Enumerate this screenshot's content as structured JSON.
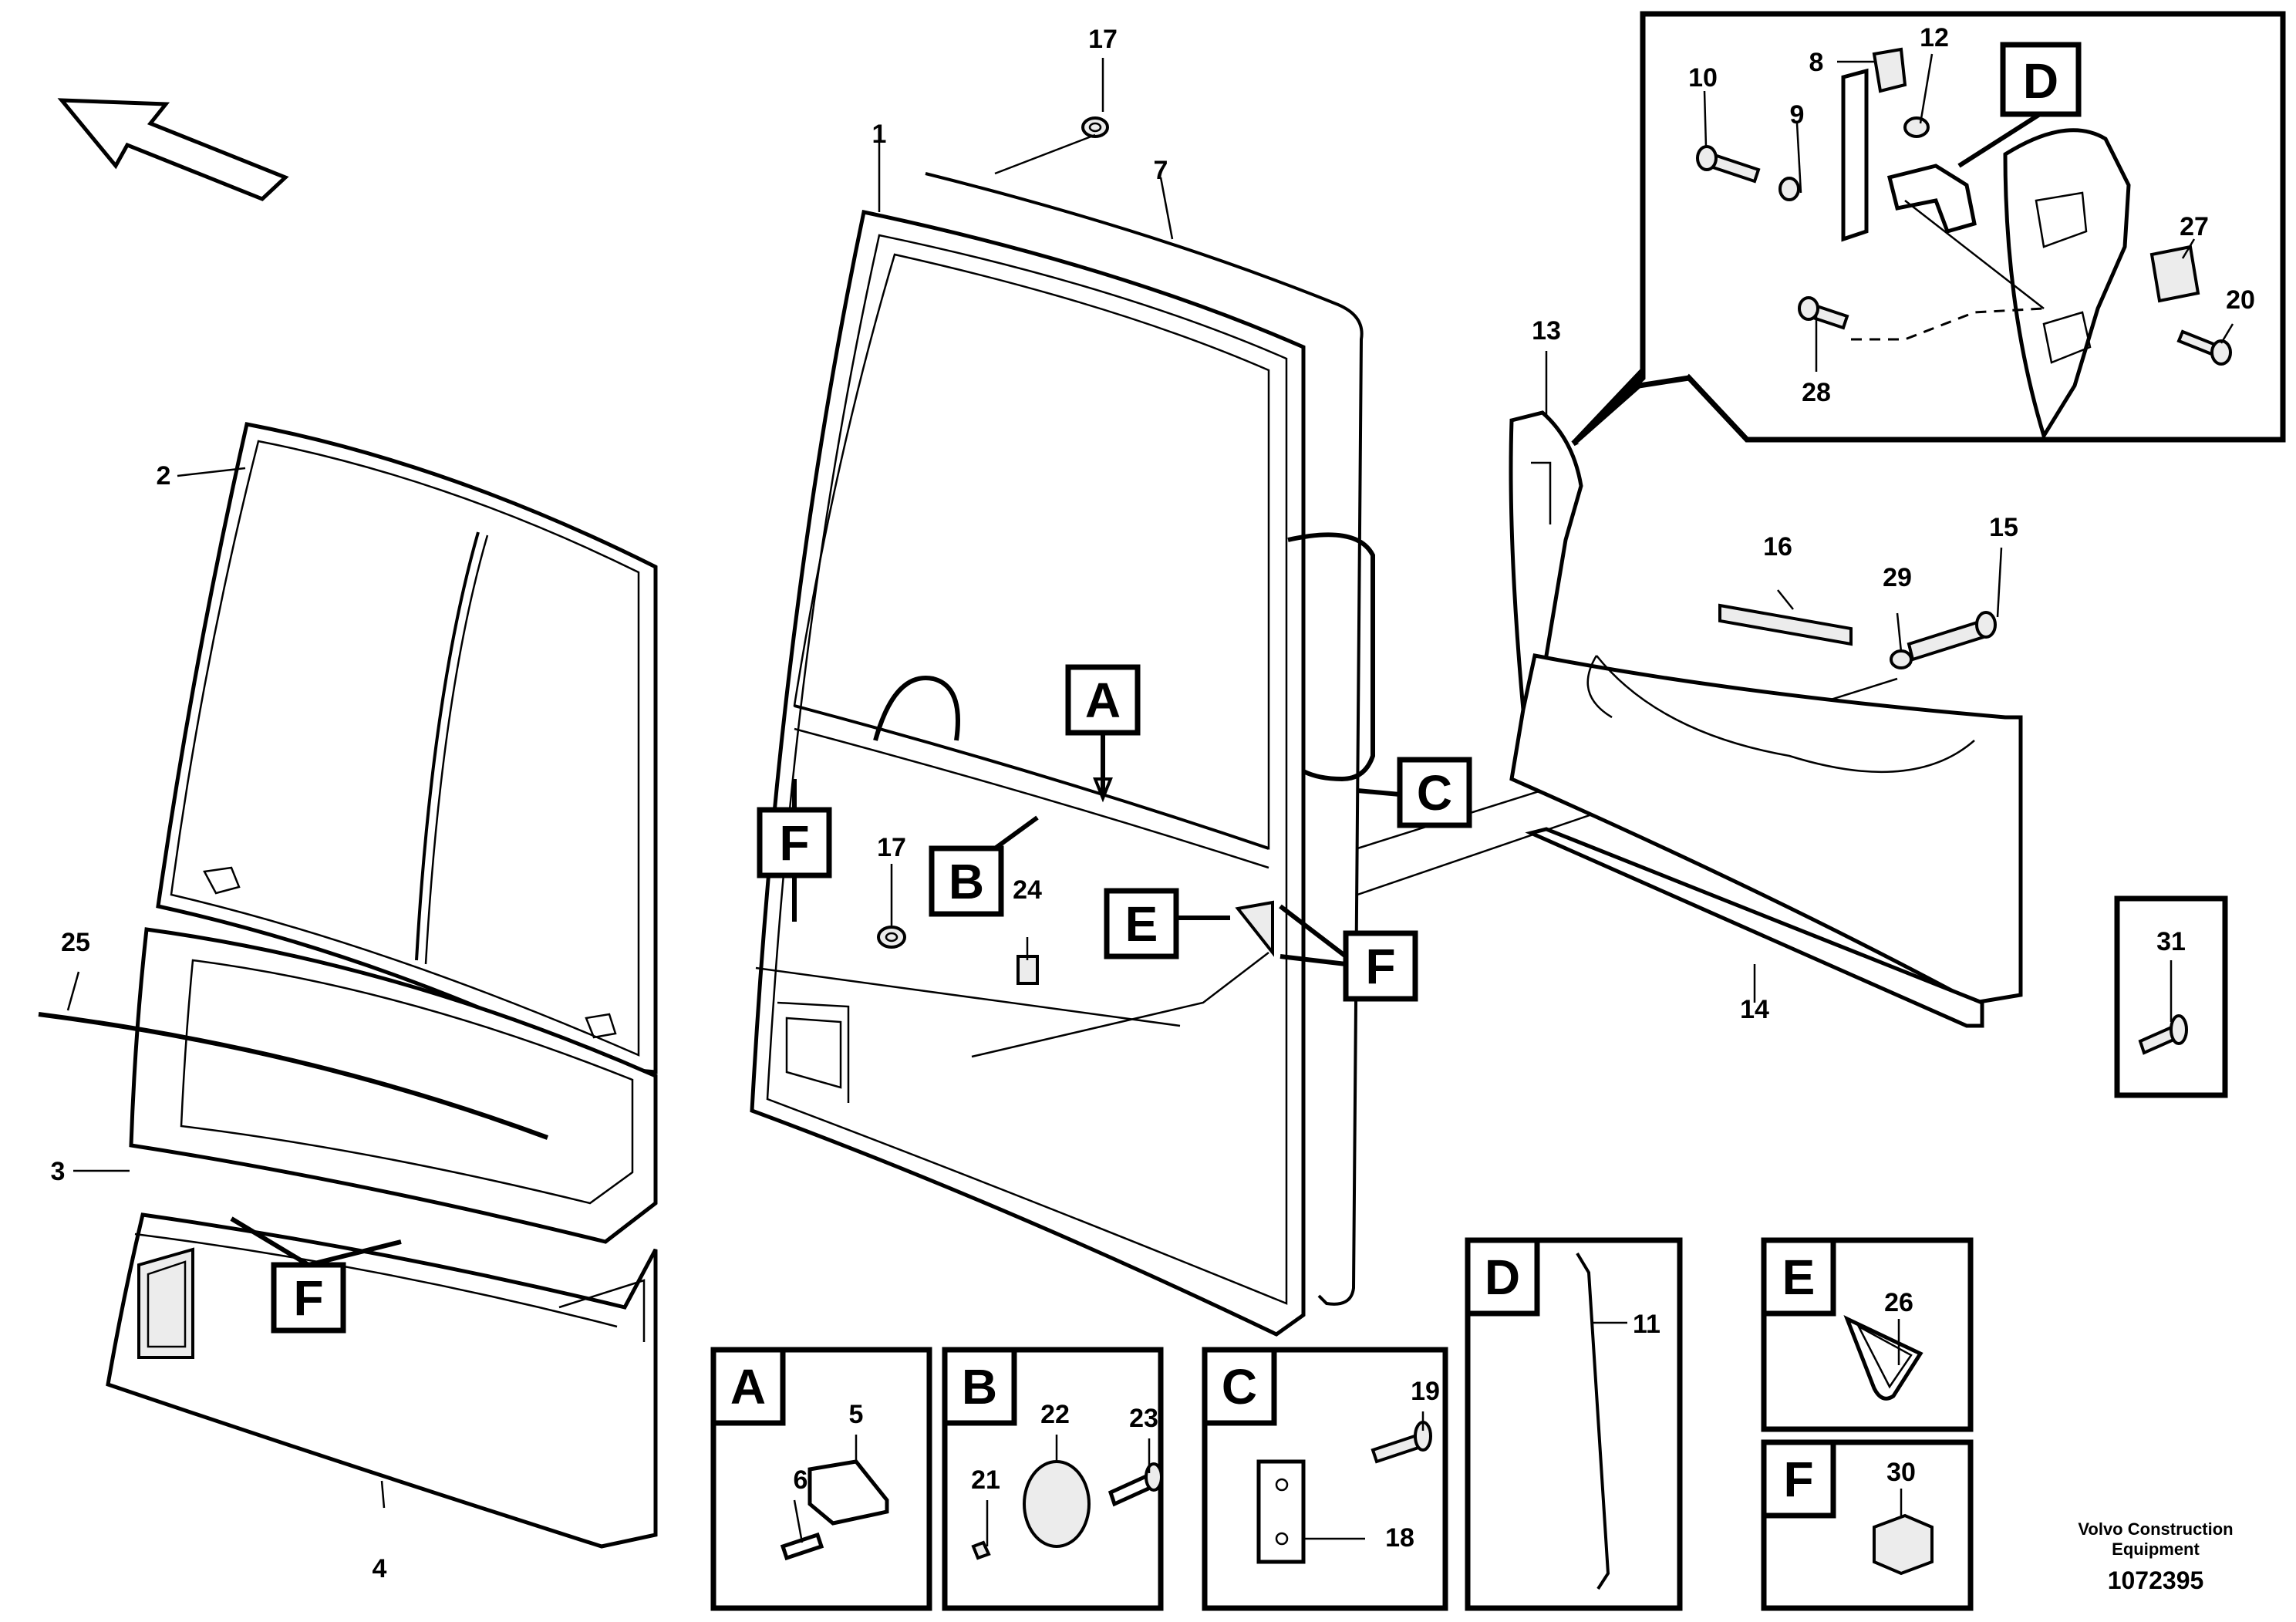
{
  "callouts": {
    "c1": "1",
    "c2": "2",
    "c3": "3",
    "c4": "4",
    "c5": "5",
    "c6": "6",
    "c7": "7",
    "c8": "8",
    "c9": "9",
    "c10": "10",
    "c11": "11",
    "c12": "12",
    "c13": "13",
    "c14": "14",
    "c15": "15",
    "c16": "16",
    "c17a": "17",
    "c17b": "17",
    "c18": "18",
    "c19": "19",
    "c20": "20",
    "c21": "21",
    "c22": "22",
    "c23": "23",
    "c24": "24",
    "c25": "25",
    "c26": "26",
    "c27": "27",
    "c28": "28",
    "c29": "29",
    "c30": "30",
    "c31": "31"
  },
  "letters": {
    "A": "A",
    "B": "B",
    "C": "C",
    "D": "D",
    "E": "E",
    "F": "F"
  },
  "credit": {
    "line1": "Volvo Construction",
    "line2": "Equipment",
    "number": "1072395"
  }
}
